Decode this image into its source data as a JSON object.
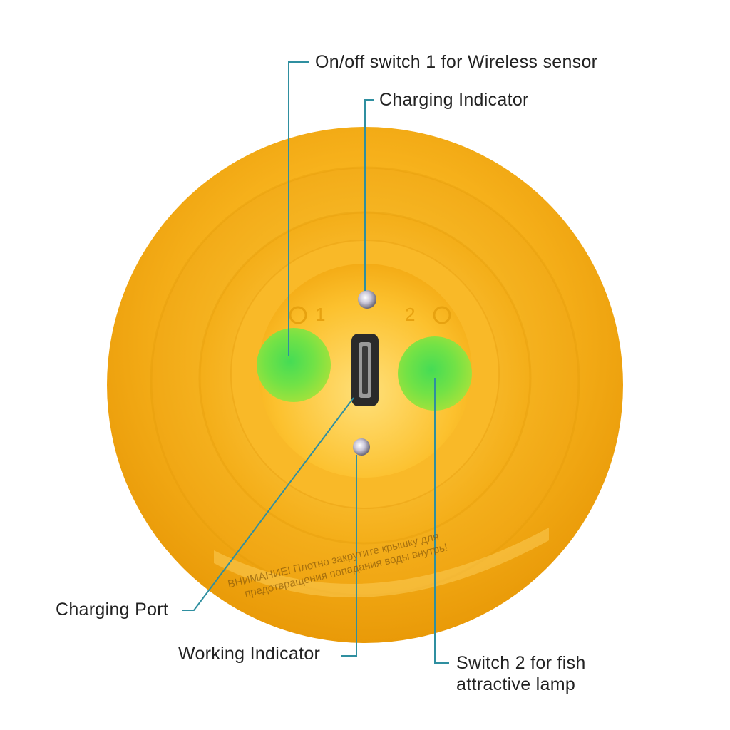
{
  "colors": {
    "body_orange": "#f6b01a",
    "button_green": "#6ee042",
    "callout_line": "#2f8fa0",
    "text": "#222222"
  },
  "callouts": {
    "switch1": "On/off switch 1 for Wireless sensor",
    "charging_indicator": "Charging Indicator",
    "charging_port": "Charging Port",
    "working_indicator": "Working Indicator",
    "switch2_line1": "Switch 2 for fish",
    "switch2_line2": "attractive lamp"
  },
  "device": {
    "marking_left": "1",
    "marking_right": "2",
    "sticker_line1": "ВНИМАНИЕ! Плотно закрутите крышку для",
    "sticker_line2": "предотвращения попадания воды внутрь!"
  }
}
